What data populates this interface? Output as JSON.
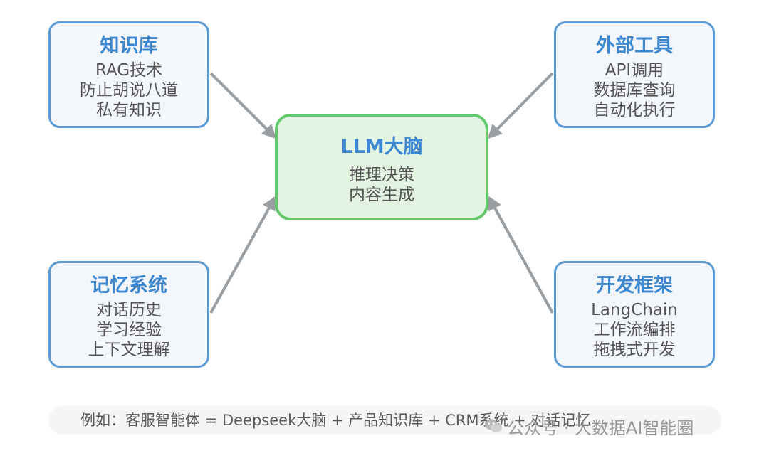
{
  "diagram": {
    "center": {
      "title": "LLM大脑",
      "lines": [
        "推理决策",
        "内容生成"
      ]
    },
    "knowledge_base": {
      "title": "知识库",
      "lines": [
        "RAG技术",
        "防止胡说八道",
        "私有知识"
      ]
    },
    "external_tools": {
      "title": "外部工具",
      "lines": [
        "API调用",
        "数据库查询",
        "自动化执行"
      ]
    },
    "memory_system": {
      "title": "记忆系统",
      "lines": [
        "对话历史",
        "学习经验",
        "上下文理解"
      ]
    },
    "dev_framework": {
      "title": "开发框架",
      "lines": [
        "LangChain",
        "工作流编排",
        "拖拽式开发"
      ]
    },
    "example_note": "例如：客服智能体 = Deepseek大脑 + 产品知识库 + CRM系统 + 对话记忆",
    "watermark": "公众号 · 大数据AI智能圈",
    "watermark_icon": "wechat-icon"
  },
  "colors": {
    "outer_border": "#5b9bd5",
    "outer_fill": "#f3f6fb",
    "title_text": "#3d87d0",
    "center_border": "#64c86e",
    "center_fill": "#e3f3e2",
    "body_text": "#555555",
    "arrow": "#999ea3"
  }
}
